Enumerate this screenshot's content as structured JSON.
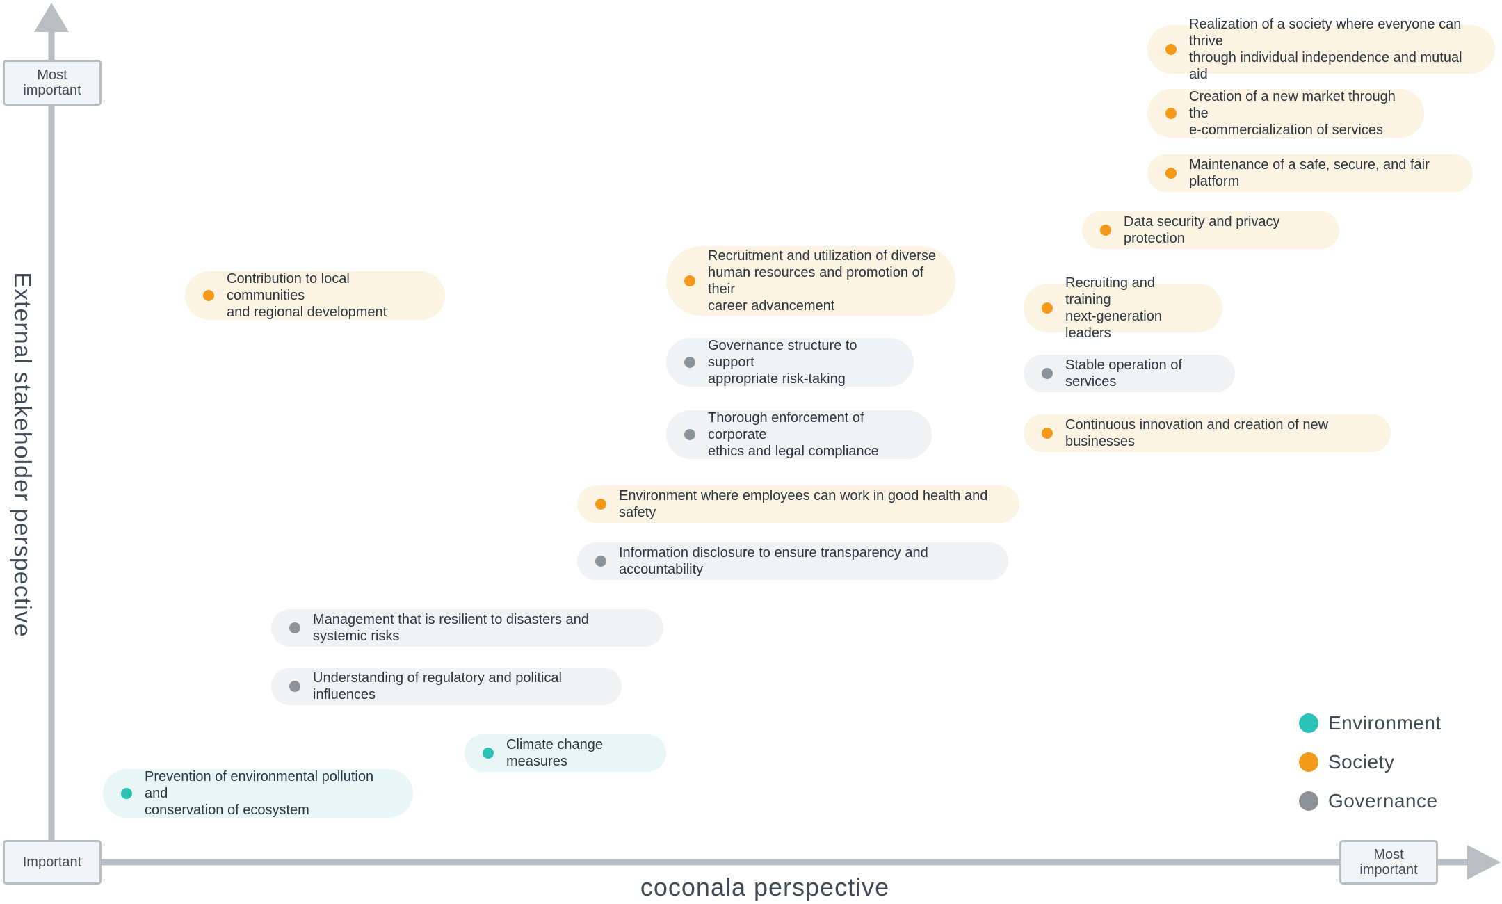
{
  "axes": {
    "y_title": "External stakeholder perspective",
    "x_title": "coconala perspective",
    "y_top_label": "Most\nimportant",
    "origin_label": "Important",
    "x_right_label": "Most\nimportant"
  },
  "colors": {
    "environment": "#29c2b5",
    "society": "#f4991a",
    "governance": "#8b9398",
    "axis": "#b9bec2"
  },
  "legend": [
    {
      "label": "Environment",
      "category": "environment"
    },
    {
      "label": "Society",
      "category": "society"
    },
    {
      "label": "Governance",
      "category": "governance"
    }
  ],
  "items": [
    {
      "text": "Realization of a society where everyone can thrive\nthrough individual independence and mutual aid",
      "category": "society"
    },
    {
      "text": "Creation of a new market through the\ne-commercialization of services",
      "category": "society"
    },
    {
      "text": "Maintenance of a safe, secure, and fair platform",
      "category": "society"
    },
    {
      "text": "Data security and privacy protection",
      "category": "society"
    },
    {
      "text": "Recruitment and utilization of diverse\nhuman resources and promotion of their\ncareer advancement",
      "category": "society"
    },
    {
      "text": "Contribution to local communities\nand regional development",
      "category": "society"
    },
    {
      "text": "Recruiting and training\nnext-generation leaders",
      "category": "society"
    },
    {
      "text": "Governance structure to support\nappropriate risk-taking",
      "category": "governance"
    },
    {
      "text": "Stable operation of services",
      "category": "governance"
    },
    {
      "text": "Thorough enforcement of corporate\nethics and legal compliance",
      "category": "governance"
    },
    {
      "text": "Continuous innovation and creation of new businesses",
      "category": "society"
    },
    {
      "text": "Environment where employees can work in good health and safety",
      "category": "society"
    },
    {
      "text": "Information disclosure to ensure transparency and accountability",
      "category": "governance"
    },
    {
      "text": "Management that is resilient to disasters and systemic risks",
      "category": "governance"
    },
    {
      "text": "Understanding of regulatory and political influences",
      "category": "governance"
    },
    {
      "text": "Climate change measures",
      "category": "environment"
    },
    {
      "text": "Prevention of environmental pollution and\nconservation of ecosystem",
      "category": "environment"
    }
  ]
}
